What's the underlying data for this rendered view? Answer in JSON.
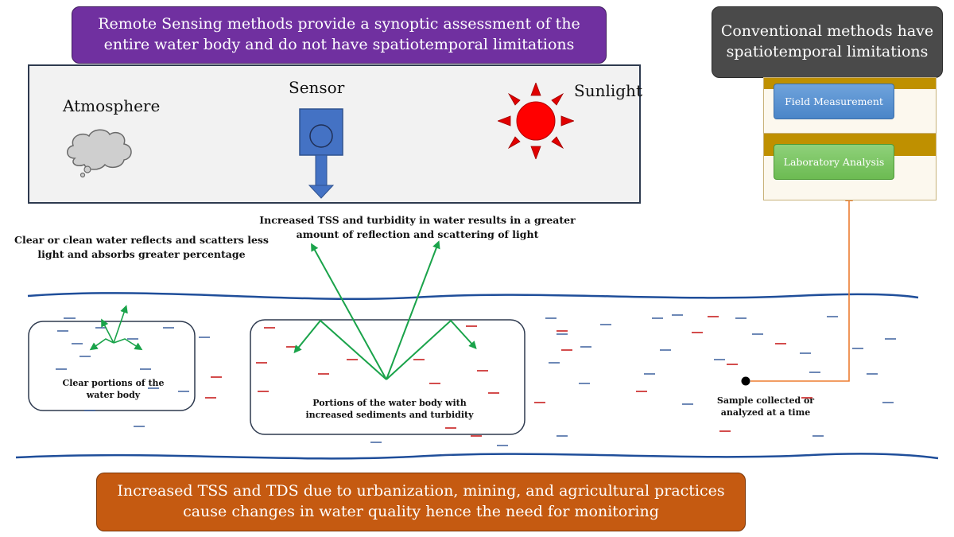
{
  "banners": {
    "remote_sensing": "Remote Sensing methods provide a synoptic assessment of the entire water body and do not have spatiotemporal limitations",
    "conventional": "Conventional methods have spatiotemporal limitations",
    "urbanization": "Increased TSS and TDS due to urbanization, mining, and agricultural  practices cause changes in water quality  hence the need for monitoring"
  },
  "sky": {
    "atmosphere": "Atmosphere",
    "sensor": "Sensor",
    "sunlight": "Sunlight"
  },
  "notes": {
    "turbid": "Increased TSS and turbidity in water results in a greater amount of reflection and scattering of light",
    "clear": "Clear or clean water reflects and scatters less light and absorbs greater percentage"
  },
  "water": {
    "clear_portion": "Clear portions of the water body",
    "turbid_portion": "Portions of the water body with increased sediments and  turbidity",
    "sample": "Sample collected or analyzed at a time"
  },
  "conventional_steps": [
    {
      "label": "Field  Measurement"
    },
    {
      "label": "Laboratory Analysis"
    }
  ],
  "colors": {
    "purple": "#7030a0",
    "gray": "#4a4a4a",
    "orange": "#c55a11",
    "arrow_green": "#1aa34a",
    "river_blue": "#1f4e9a",
    "dash_red": "#c00000",
    "dash_blue": "#2f5597",
    "link_orange": "#ed7d31",
    "sun_red": "#e00000"
  }
}
